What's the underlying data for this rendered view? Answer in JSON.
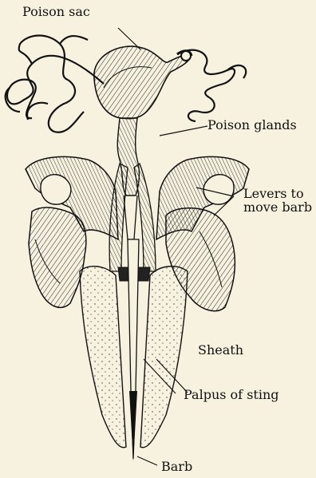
{
  "figure": {
    "labels": {
      "poison_sac": "Poison sac",
      "poison_glands": "Poison glands",
      "levers_line1": "Levers to",
      "levers_line2": "move barb",
      "sheath": "Sheath",
      "palpus": "Palpus of sting",
      "barb": "Barb"
    }
  }
}
